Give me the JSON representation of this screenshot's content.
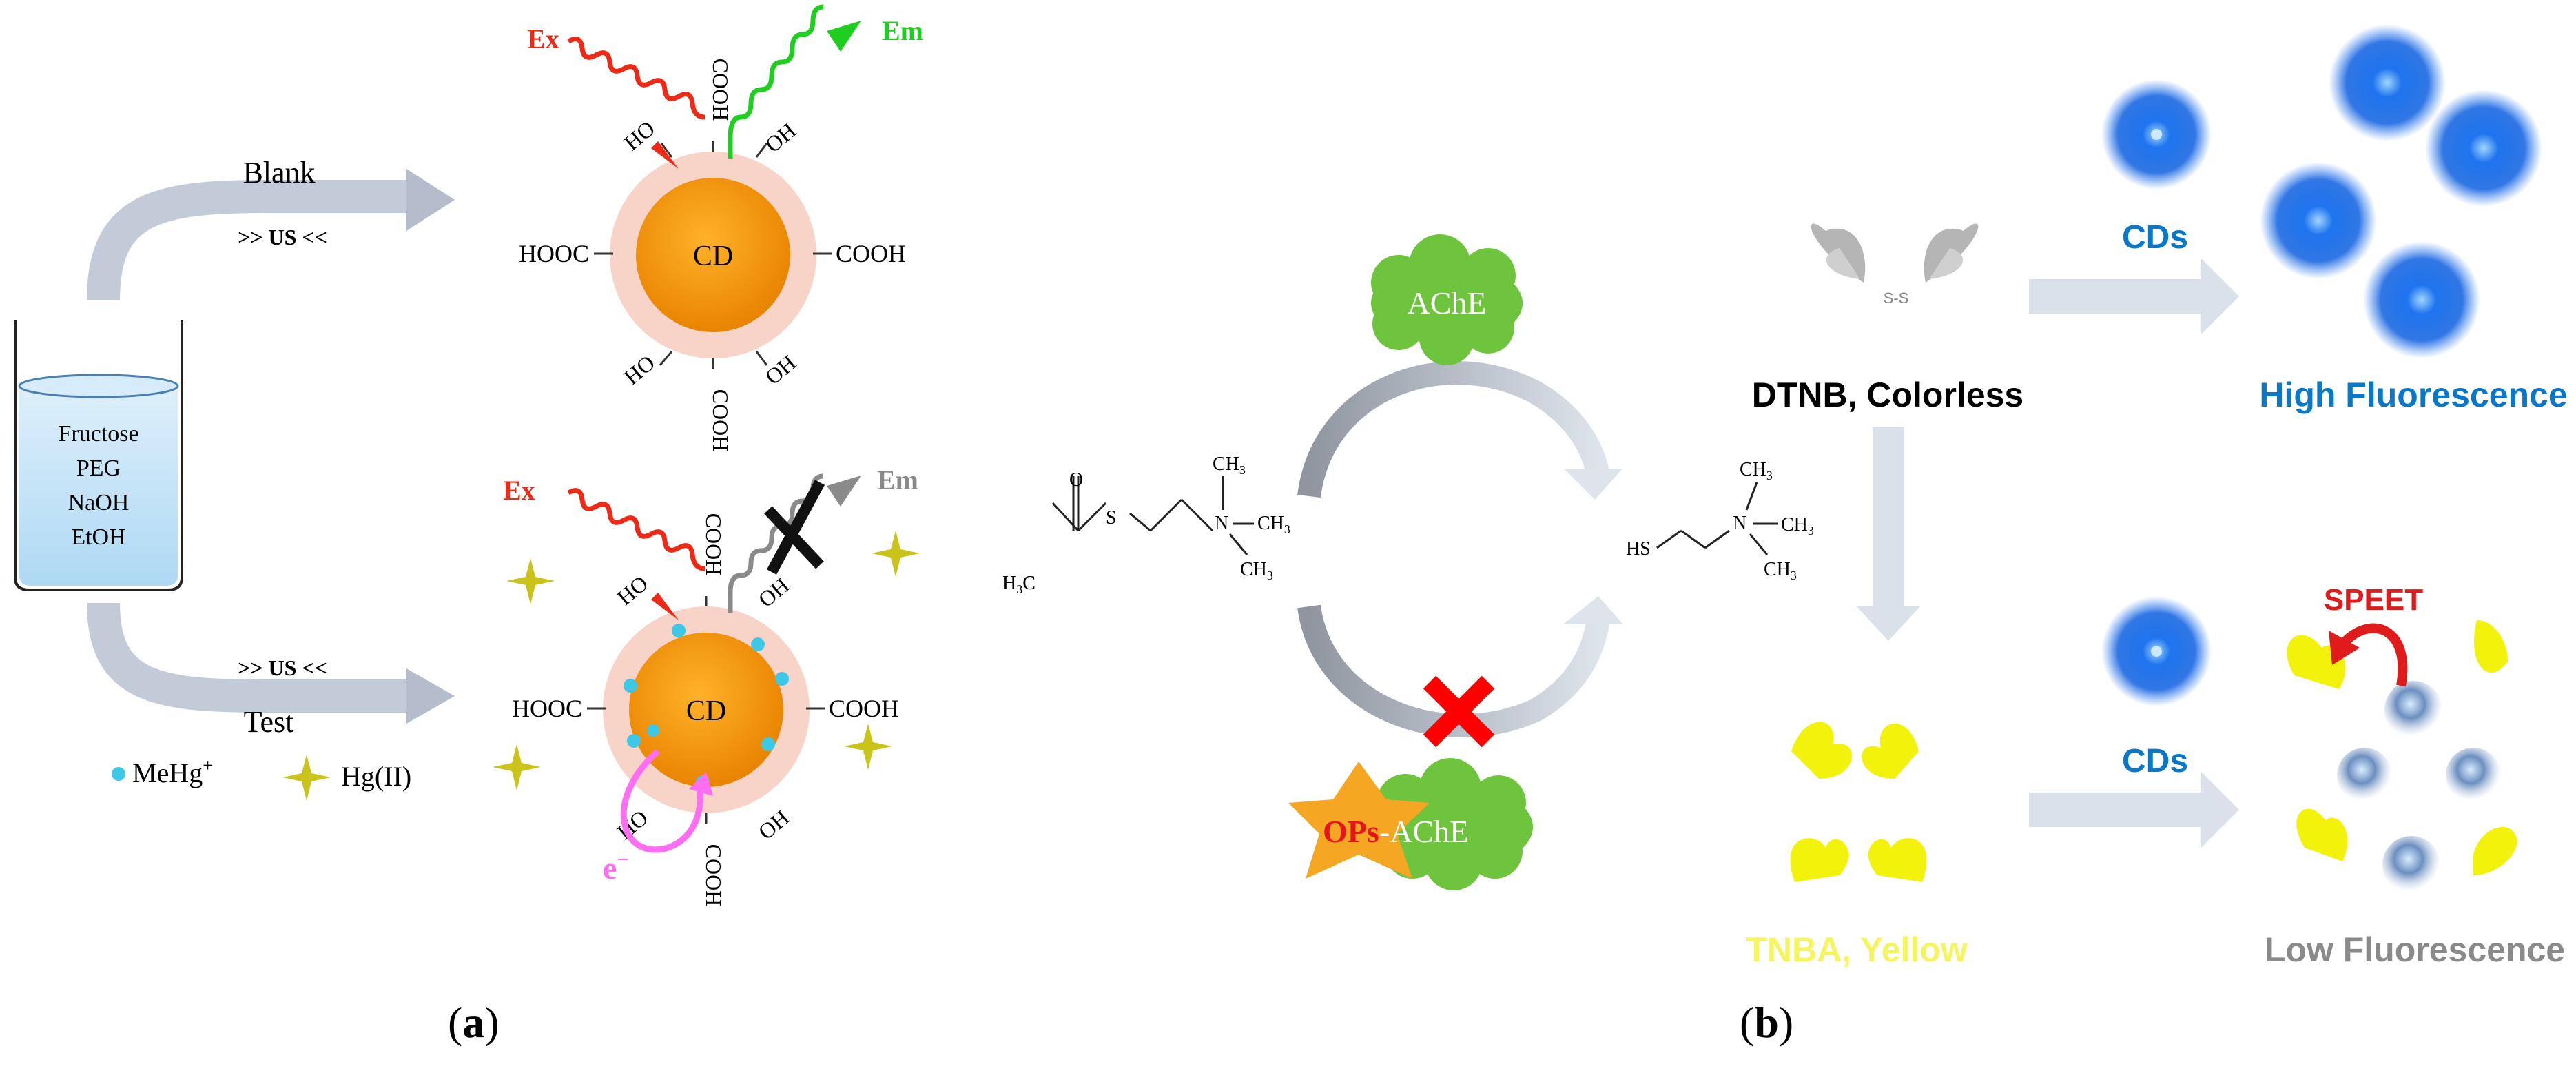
{
  "panel_a": {
    "beaker": [
      "Fructose",
      "PEG",
      "NaOH",
      "EtOH"
    ],
    "blank": "Blank",
    "us_top": ">> US <<",
    "us_bottom": ">> US <<",
    "test": "Test",
    "legend_mehg": "MeHg",
    "legend_mehg_sup": "+",
    "legend_hg": "Hg(II)",
    "ex": "Ex",
    "em": "Em",
    "cd": "CD",
    "cooh": "COOH",
    "hooc": "HOOC",
    "oh": "OH",
    "ho": "HO",
    "electron": "e",
    "electron_sup": "−",
    "caption": "a"
  },
  "panel_b": {
    "ache": "AChE",
    "ops": "OPs",
    "ops_ache": "-AChE",
    "left_molecule": {
      "ch3_top": "CH",
      "ch3_right": "CH",
      "ch3_bottom": "CH",
      "h3c": "H",
      "c_letter": "C",
      "o": "O",
      "s": "S",
      "n": "N",
      "sub3": "3"
    },
    "right_molecule": {
      "hs": "HS",
      "n": "N",
      "ch3a": "CH",
      "ch3b": "CH",
      "ch3c": "CH",
      "sub3": "3"
    },
    "dtnb": "DTNB, Colorless",
    "ss": "S-S",
    "cds_top": "CDs",
    "cds_bottom": "CDs",
    "high": "High Fluorescence",
    "tnba": "TNBA, Yellow",
    "speet": "SPEET",
    "low": "Low Fluorescence",
    "caption": "b"
  },
  "colors": {
    "ex_red": "#ee2a16",
    "em_green": "#1fcf1f",
    "em_gray": "#8a8a8a",
    "cd_orange": "#f39200",
    "halo": "#f8d3c8",
    "arrow_gray": "#b9c3d3",
    "ache_green": "#6fc43d",
    "ops_orange": "#f5a623",
    "cross_red": "#ff0000",
    "cyan_dot": "#3cc8e6",
    "star_yellow": "#c9c31a",
    "pink": "#ff6ef2",
    "blue_text": "#0a78c8",
    "yellow_shape": "#f2f20a",
    "tnba_yellow": "#f5f560",
    "speet_red": "#e01b1b"
  }
}
